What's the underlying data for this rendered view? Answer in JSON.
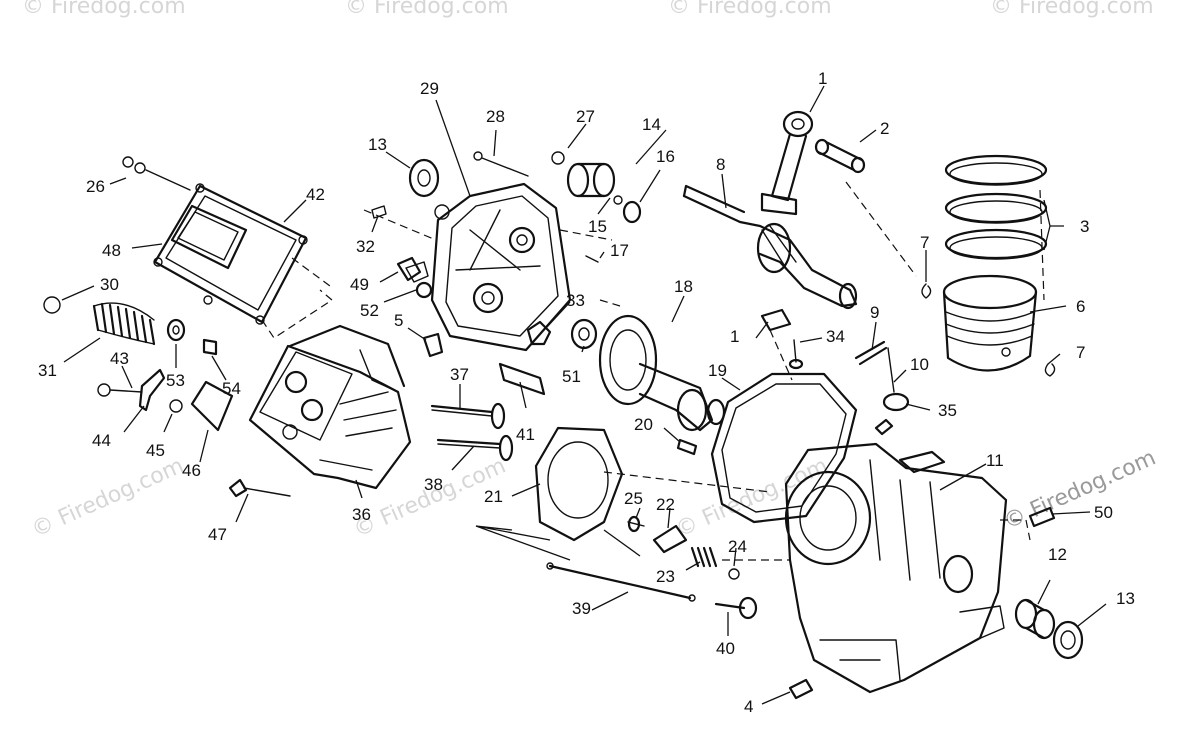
{
  "watermark": "© Firedog.com",
  "callouts": {
    "p1a": "1",
    "p2": "2",
    "p3": "3",
    "p4": "4",
    "p5": "5",
    "p6": "6",
    "p7a": "7",
    "p7b": "7",
    "p8": "8",
    "p9": "9",
    "p10": "10",
    "p11": "11",
    "p12": "12",
    "p13a": "13",
    "p13b": "13",
    "p14": "14",
    "p15": "15",
    "p16": "16",
    "p17": "17",
    "p18": "18",
    "p19": "19",
    "p20": "20",
    "p21": "21",
    "p22": "22",
    "p23": "23",
    "p24": "24",
    "p25": "25",
    "p26": "26",
    "p27": "27",
    "p28": "28",
    "p29": "29",
    "p30": "30",
    "p31": "31",
    "p32": "32",
    "p33": "33",
    "p34": "34",
    "p35": "35",
    "p36": "36",
    "p37": "37",
    "p38": "38",
    "p39": "39",
    "p40": "40",
    "p41": "41",
    "p42": "42",
    "p43": "43",
    "p44": "44",
    "p45": "45",
    "p46": "46",
    "p47": "47",
    "p48": "48",
    "p49": "49",
    "p50": "50",
    "p51": "51",
    "p52": "52",
    "p53": "53",
    "p54": "54",
    "p1b": "1"
  }
}
